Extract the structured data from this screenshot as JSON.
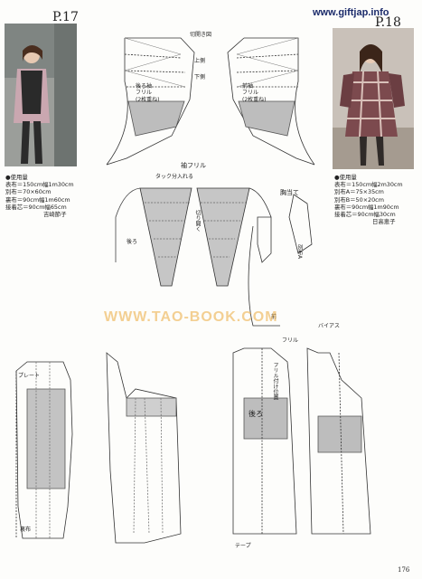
{
  "header": {
    "site": "www.giftjap.info",
    "page_left": "P.17",
    "page_right": "P.18"
  },
  "watermark": "WWW.TAO-BOOK.COM",
  "left_materials": {
    "title": "使用量",
    "lines": [
      "表布＝150cm幅1m30cm",
      "別布＝70×60cm",
      "裏布＝90cm幅1m60cm",
      "接着芯＝90cm幅65cm"
    ],
    "designer": "吉崎節子"
  },
  "right_materials": {
    "title": "使用量",
    "lines": [
      "表布＝150cm幅2m30cm",
      "別布A＝75×35cm",
      "別布B＝50×20cm",
      "裏布＝90cm幅1m90cm",
      "接着芯＝90cm幅30cm"
    ],
    "designer": "日高恵子"
  },
  "labels": {
    "kirihiraki": "切開き図",
    "ue": "上側",
    "shita": "下側",
    "ushiro_sode": "後ろ袖\nフリル\n(2枚重ね)",
    "mae_sode": "前袖\nフリル\n(2枚重ね)",
    "sode_frill": "袖フリル",
    "tuck": "タック分入れる",
    "munaate": "胸当て",
    "kirihiraku": "切り開く",
    "ushiro": "後ろ",
    "mae": "前",
    "betsu_a": "別布A",
    "bias": "バイアス",
    "frill": "フリル",
    "pleat": "プレート",
    "urafu": "裏布",
    "ushiro2": "後ろ",
    "frill_tsuke": "フリル付け位置",
    "tape": "テープ",
    "page_no": "176"
  },
  "colors": {
    "line": "#333333",
    "shade": "#b9b9b9",
    "wm": "#e6a63c"
  }
}
